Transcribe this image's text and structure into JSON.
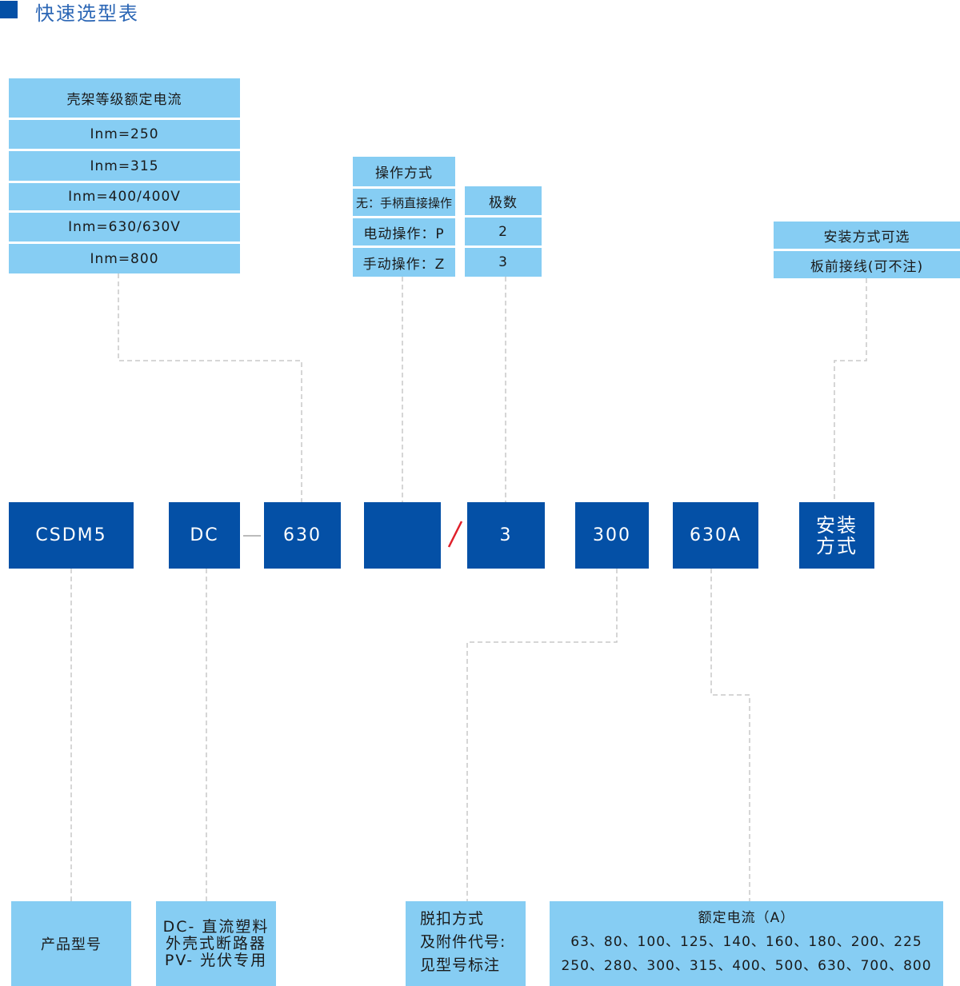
{
  "title": "快速选型表",
  "frame_current": {
    "header": "壳架等级额定电流",
    "items": [
      "Inm=250",
      "Inm=315",
      "Inm=400/400V",
      "Inm=630/630V",
      "Inm=800"
    ]
  },
  "operation": {
    "header": "操作方式",
    "items": [
      "无：手柄直接操作",
      "电动操作：P",
      "手动操作：Z"
    ]
  },
  "poles": {
    "header": "极数",
    "items": [
      "2",
      "3"
    ]
  },
  "installation": {
    "header": "安装方式可选",
    "items": [
      "板前接线(可不注)"
    ]
  },
  "model_code": {
    "product": "CSDM5",
    "type": "DC",
    "hyphen": "—",
    "frame": "630",
    "operation": "",
    "slash": "/",
    "poles": "3",
    "release": "300",
    "current": "630A",
    "install_line1": "安装",
    "install_line2": "方式"
  },
  "bottom": {
    "product_model": "产品型号",
    "dc_lines": [
      "DC- 直流塑料",
      "外壳式断路器",
      "PV- 光伏专用"
    ],
    "release_lines": [
      "脱扣方式",
      "及附件代号:",
      "见型号标注"
    ],
    "rated_title": "额定电流（A）",
    "rated_row1": "63、80、100、125、140、160、180、200、225",
    "rated_row2": "250、280、300、315、400、500、630、700、800"
  },
  "colors": {
    "dark_box": "#0450a6",
    "light_box": "#86cdf3",
    "connector": "#c8c8c8",
    "slash": "#e0202a"
  }
}
